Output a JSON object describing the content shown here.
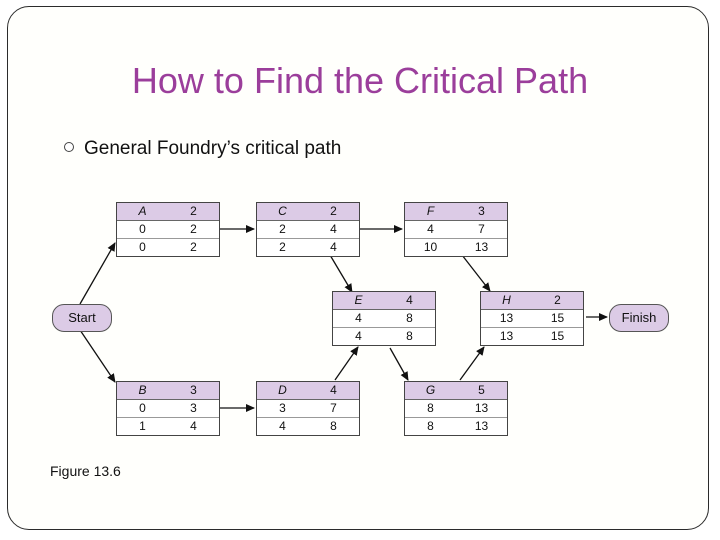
{
  "title": "How to Find the Critical Path",
  "bullet": "General Foundry’s critical path",
  "figure_caption": "Figure 13.6",
  "start_label": "Start",
  "finish_label": "Finish",
  "colors": {
    "title": "#9b3e9b",
    "node_header": "#dccbe6",
    "arrow": "#111111"
  },
  "nodes": {
    "A": {
      "name": "A",
      "duration": "2",
      "es": "0",
      "ef": "2",
      "ls": "0",
      "lf": "2"
    },
    "B": {
      "name": "B",
      "duration": "3",
      "es": "0",
      "ef": "3",
      "ls": "1",
      "lf": "4"
    },
    "C": {
      "name": "C",
      "duration": "2",
      "es": "2",
      "ef": "4",
      "ls": "2",
      "lf": "4"
    },
    "D": {
      "name": "D",
      "duration": "4",
      "es": "3",
      "ef": "7",
      "ls": "4",
      "lf": "8"
    },
    "E": {
      "name": "E",
      "duration": "4",
      "es": "4",
      "ef": "8",
      "ls": "4",
      "lf": "8"
    },
    "F": {
      "name": "F",
      "duration": "3",
      "es": "4",
      "ef": "7",
      "ls": "10",
      "lf": "13"
    },
    "G": {
      "name": "G",
      "duration": "5",
      "es": "8",
      "ef": "13",
      "ls": "8",
      "lf": "13"
    },
    "H": {
      "name": "H",
      "duration": "2",
      "es": "13",
      "ef": "15",
      "ls": "13",
      "lf": "15"
    }
  },
  "edges": [
    [
      "Start",
      "A"
    ],
    [
      "Start",
      "B"
    ],
    [
      "A",
      "C"
    ],
    [
      "C",
      "F"
    ],
    [
      "C",
      "E"
    ],
    [
      "B",
      "D"
    ],
    [
      "D",
      "E"
    ],
    [
      "E",
      "G"
    ],
    [
      "F",
      "H"
    ],
    [
      "G",
      "H"
    ],
    [
      "H",
      "Finish"
    ]
  ]
}
